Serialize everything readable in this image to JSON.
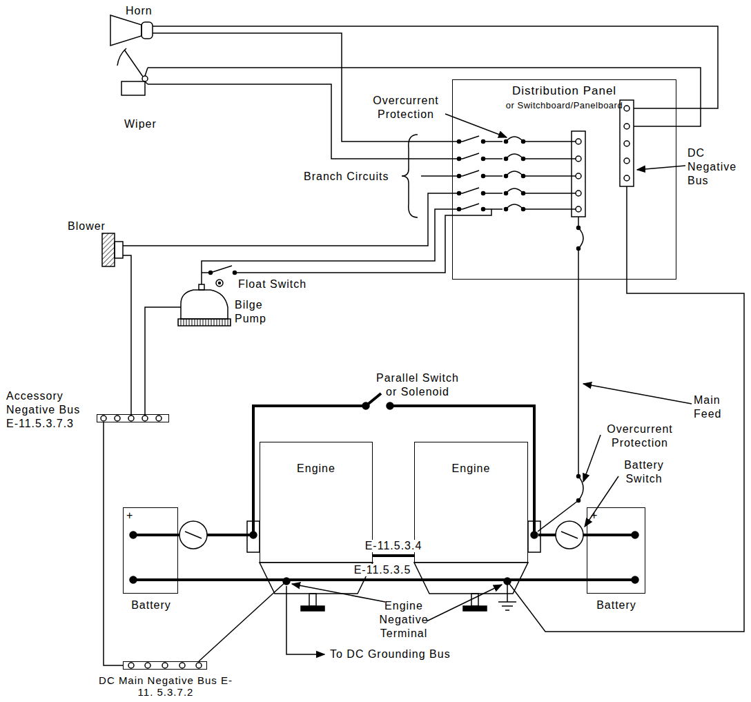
{
  "diagram": {
    "nodes": [
      {
        "text": [
          "Distribution Panel",
          "or Switchboard/Panelboard"
        ]
      },
      {
        "text": [
          "Engine"
        ]
      },
      {
        "text": [
          "Engine"
        ]
      },
      {
        "text": [
          "Battery"
        ]
      },
      {
        "text": [
          "Battery"
        ]
      },
      {
        "text": [
          "Accessory Negative Bus E-11.5.3.7.3"
        ]
      },
      {
        "text": [
          "DC Main Negative Bus E-11. 5.3.7.2"
        ]
      }
    ],
    "edges": [
      {
        "from": 1,
        "to": 2,
        "arrow": "none",
        "label": "E-11.5.3.4"
      },
      {
        "from": 3,
        "to": 4,
        "arrow": "none",
        "label": "E-11.5.3.5"
      },
      {
        "from": 5,
        "to": 6,
        "arrow": "none"
      }
    ],
    "labels": [
      "Horn",
      "Wiper",
      "Overcurrent Protection",
      "Branch Circuits",
      "DC Negative Bus",
      "Blower",
      "Float Switch",
      "Bilge Pump",
      "Parallel Switch or Solenoid",
      "Main Feed",
      "Overcurrent Protection",
      "Battery Switch",
      "+",
      "+",
      "Engine Negative Terminal",
      "To DC Grounding Bus"
    ]
  }
}
